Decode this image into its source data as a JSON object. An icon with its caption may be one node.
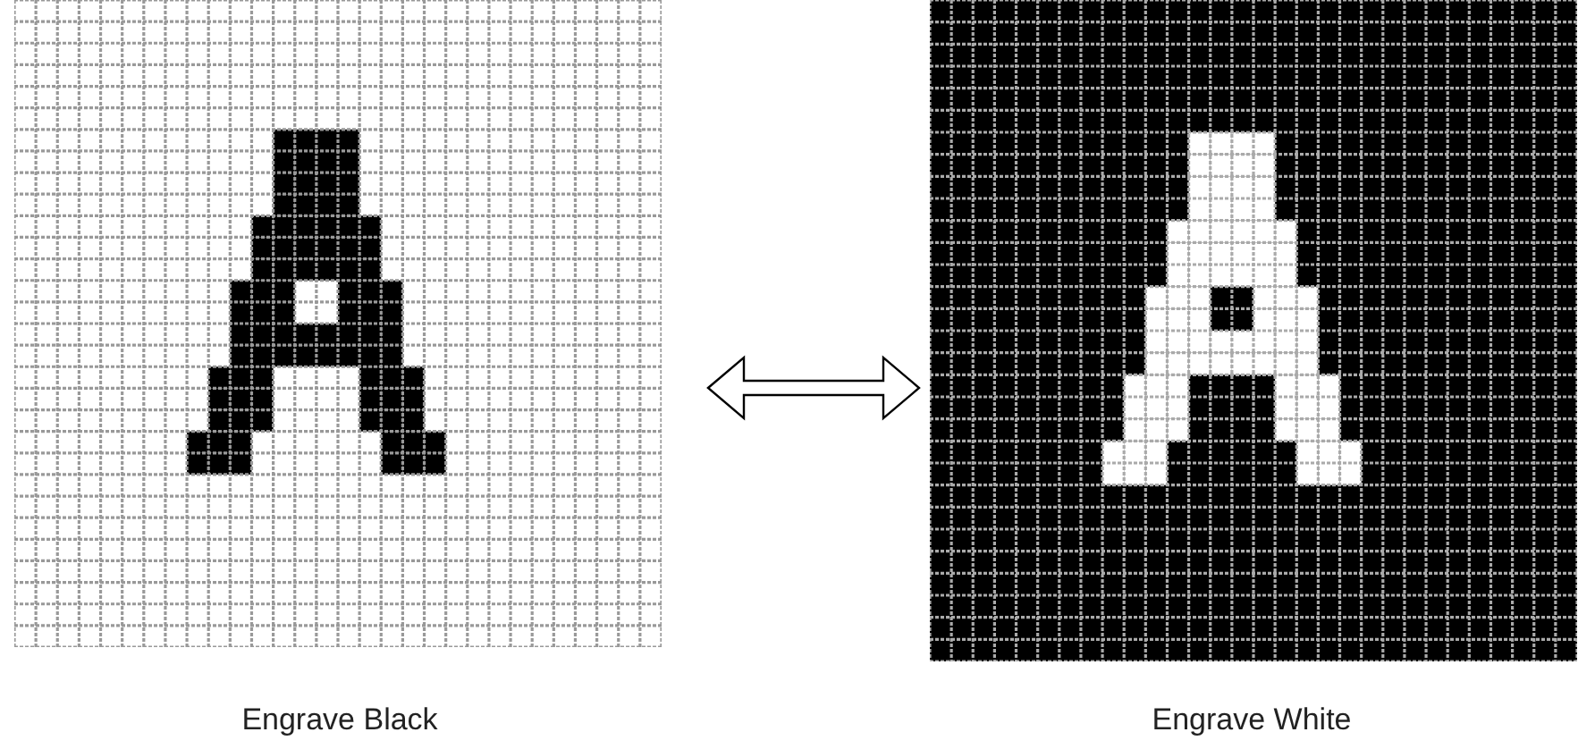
{
  "diagram": {
    "nodes": [
      {
        "text": [],
        "shape": "picture",
        "beside": [
          "Engrave Black"
        ]
      },
      {
        "text": [],
        "shape": "picture",
        "beside": [
          "Engrave White"
        ]
      }
    ],
    "edges": [
      {
        "from": 0,
        "to": 1,
        "arrow": "both"
      }
    ]
  }
}
